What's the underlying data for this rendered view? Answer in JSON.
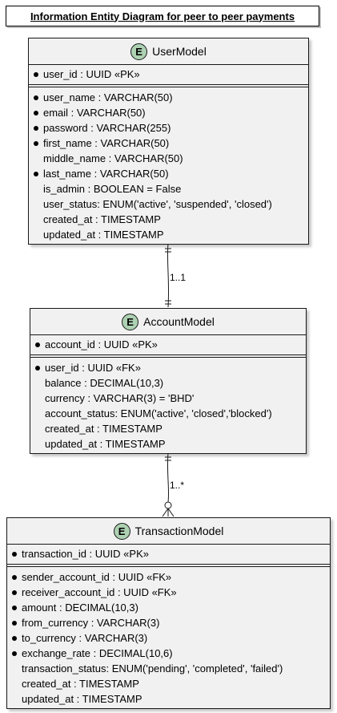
{
  "title": "Information Entity Diagram for peer to peer payments",
  "entity_badge": "E",
  "entities": [
    {
      "name": "UserModel",
      "keys": [
        {
          "text": "user_id : UUID «PK»",
          "required": true
        }
      ],
      "attributes": [
        {
          "text": "user_name : VARCHAR(50)",
          "required": true
        },
        {
          "text": "email : VARCHAR(50)",
          "required": true
        },
        {
          "text": "password : VARCHAR(255)",
          "required": true
        },
        {
          "text": "first_name : VARCHAR(50)",
          "required": true
        },
        {
          "text": "middle_name : VARCHAR(50)",
          "required": false
        },
        {
          "text": "last_name : VARCHAR(50)",
          "required": true
        },
        {
          "text": "is_admin : BOOLEAN = False",
          "required": false
        },
        {
          "text": "user_status: ENUM('active', 'suspended', 'closed')",
          "required": false
        },
        {
          "text": "created_at : TIMESTAMP",
          "required": false
        },
        {
          "text": "updated_at : TIMESTAMP",
          "required": false
        }
      ]
    },
    {
      "name": "AccountModel",
      "keys": [
        {
          "text": "account_id : UUID «PK»",
          "required": true
        }
      ],
      "attributes": [
        {
          "text": "user_id : UUID «FK»",
          "required": true
        },
        {
          "text": "balance : DECIMAL(10,3)",
          "required": false
        },
        {
          "text": "currency : VARCHAR(3) = 'BHD'",
          "required": false
        },
        {
          "text": "account_status: ENUM('active', 'closed','blocked')",
          "required": false
        },
        {
          "text": "created_at : TIMESTAMP",
          "required": false
        },
        {
          "text": "updated_at : TIMESTAMP",
          "required": false
        }
      ]
    },
    {
      "name": "TransactionModel",
      "keys": [
        {
          "text": "transaction_id : UUID «PK»",
          "required": true
        }
      ],
      "attributes": [
        {
          "text": "sender_account_id : UUID «FK»",
          "required": true
        },
        {
          "text": "receiver_account_id : UUID «FK»",
          "required": true
        },
        {
          "text": "amount : DECIMAL(10,3)",
          "required": true
        },
        {
          "text": "from_currency : VARCHAR(3)",
          "required": true
        },
        {
          "text": "to_currency : VARCHAR(3)",
          "required": true
        },
        {
          "text": "exchange_rate : DECIMAL(10,6)",
          "required": true
        },
        {
          "text": "transaction_status: ENUM('pending', 'completed', 'failed')",
          "required": false
        },
        {
          "text": "created_at : TIMESTAMP",
          "required": false
        },
        {
          "text": "updated_at : TIMESTAMP",
          "required": false
        }
      ]
    }
  ],
  "relationships": [
    {
      "from": "UserModel",
      "to": "AccountModel",
      "label": "1..1",
      "from_end": "exactly-one",
      "to_end": "exactly-one"
    },
    {
      "from": "AccountModel",
      "to": "TransactionModel",
      "label": "1..*",
      "from_end": "exactly-one",
      "to_end": "zero-or-many"
    }
  ],
  "colors": {
    "entity_fill": "#f1f1f1",
    "badge_fill": "#ADD1B2",
    "border": "#181818"
  }
}
